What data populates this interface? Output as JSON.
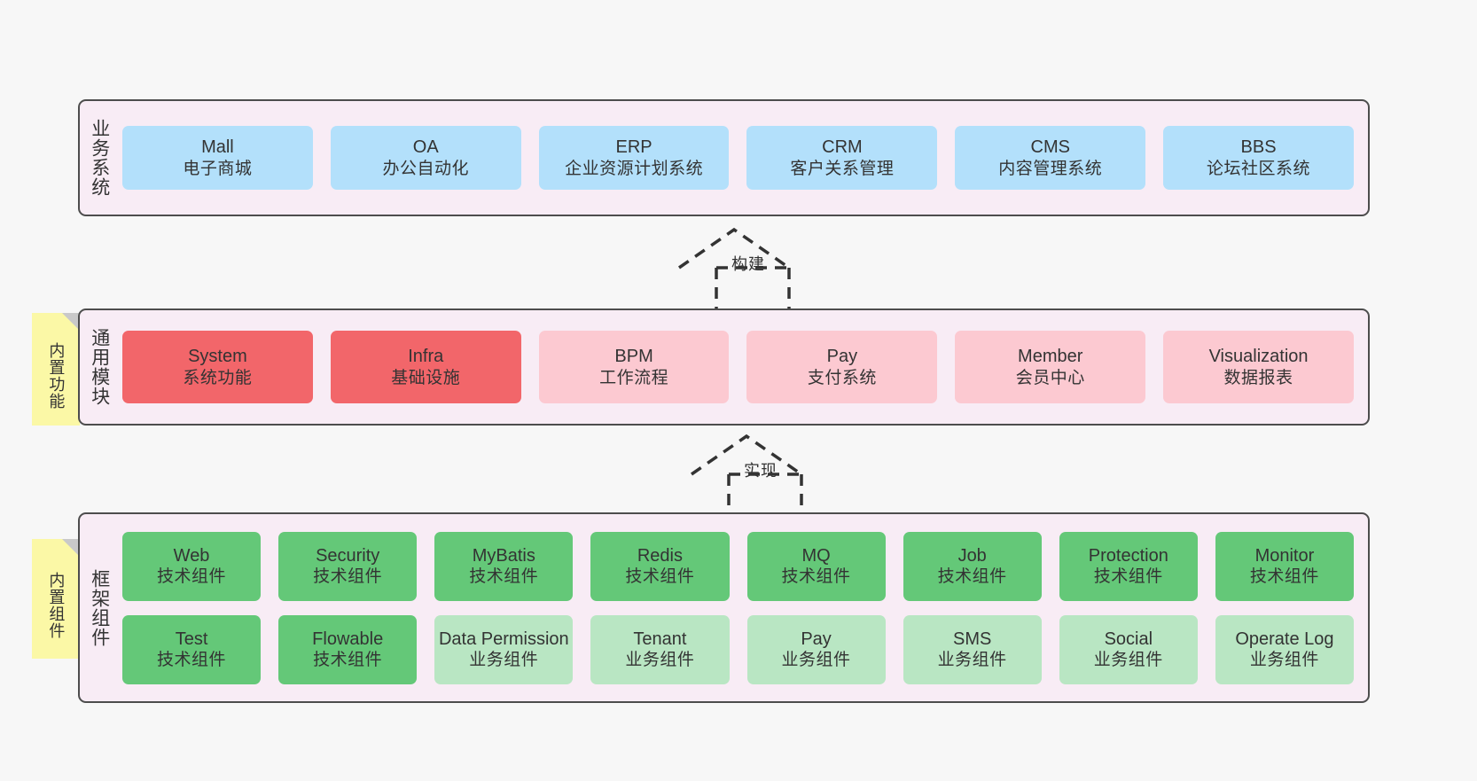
{
  "layers": [
    {
      "id": "business",
      "label": "业务系统",
      "rows": [
        {
          "cards": [
            {
              "en": "Mall",
              "cn": "电子商城",
              "color": "c-blue"
            },
            {
              "en": "OA",
              "cn": "办公自动化",
              "color": "c-blue"
            },
            {
              "en": "ERP",
              "cn": "企业资源计划系统",
              "color": "c-blue"
            },
            {
              "en": "CRM",
              "cn": "客户关系管理",
              "color": "c-blue"
            },
            {
              "en": "CMS",
              "cn": "内容管理系统",
              "color": "c-blue"
            },
            {
              "en": "BBS",
              "cn": "论坛社区系统",
              "color": "c-blue"
            }
          ]
        }
      ]
    },
    {
      "id": "modules",
      "label": "通用模块",
      "rows": [
        {
          "cards": [
            {
              "en": "System",
              "cn": "系统功能",
              "color": "c-red"
            },
            {
              "en": "Infra",
              "cn": "基础设施",
              "color": "c-red"
            },
            {
              "en": "BPM",
              "cn": "工作流程",
              "color": "c-pink"
            },
            {
              "en": "Pay",
              "cn": "支付系统",
              "color": "c-pink"
            },
            {
              "en": "Member",
              "cn": "会员中心",
              "color": "c-pink"
            },
            {
              "en": "Visualization",
              "cn": "数据报表",
              "color": "c-pink"
            }
          ]
        }
      ]
    },
    {
      "id": "frame",
      "label": "框架组件",
      "rows": [
        {
          "cards": [
            {
              "en": "Web",
              "cn": "技术组件",
              "color": "c-green"
            },
            {
              "en": "Security",
              "cn": "技术组件",
              "color": "c-green"
            },
            {
              "en": "MyBatis",
              "cn": "技术组件",
              "color": "c-green"
            },
            {
              "en": "Redis",
              "cn": "技术组件",
              "color": "c-green"
            },
            {
              "en": "MQ",
              "cn": "技术组件",
              "color": "c-green"
            },
            {
              "en": "Job",
              "cn": "技术组件",
              "color": "c-green"
            },
            {
              "en": "Protection",
              "cn": "技术组件",
              "color": "c-green"
            },
            {
              "en": "Monitor",
              "cn": "技术组件",
              "color": "c-green"
            }
          ]
        },
        {
          "cards": [
            {
              "en": "Test",
              "cn": "技术组件",
              "color": "c-green"
            },
            {
              "en": "Flowable",
              "cn": "技术组件",
              "color": "c-green"
            },
            {
              "en": "Data Permission",
              "cn": "业务组件",
              "color": "c-lgreen"
            },
            {
              "en": "Tenant",
              "cn": "业务组件",
              "color": "c-lgreen"
            },
            {
              "en": "Pay",
              "cn": "业务组件",
              "color": "c-lgreen"
            },
            {
              "en": "SMS",
              "cn": "业务组件",
              "color": "c-lgreen"
            },
            {
              "en": "Social",
              "cn": "业务组件",
              "color": "c-lgreen"
            },
            {
              "en": "Operate Log",
              "cn": "业务组件",
              "color": "c-lgreen"
            }
          ]
        }
      ]
    }
  ],
  "sticky_notes": [
    {
      "id": "modules",
      "label": "内置功能"
    },
    {
      "id": "frame",
      "label": "内置组件"
    }
  ],
  "connectors": [
    {
      "id": "build",
      "label": "构建"
    },
    {
      "id": "realize",
      "label": "实现"
    }
  ],
  "colors": {
    "background": "#f7f7f7",
    "panel_fill": "#f8ecf5",
    "panel_stroke": "#4d4d4d",
    "business_card": "#b3e0fb",
    "module_primary": "#f2666a",
    "module_secondary": "#fcc9d1",
    "tech_component": "#64c878",
    "business_component": "#b9e6c3",
    "sticky_note": "#fbf8a6",
    "sticky_fold": "#c9c9c9",
    "text": "#333333"
  }
}
